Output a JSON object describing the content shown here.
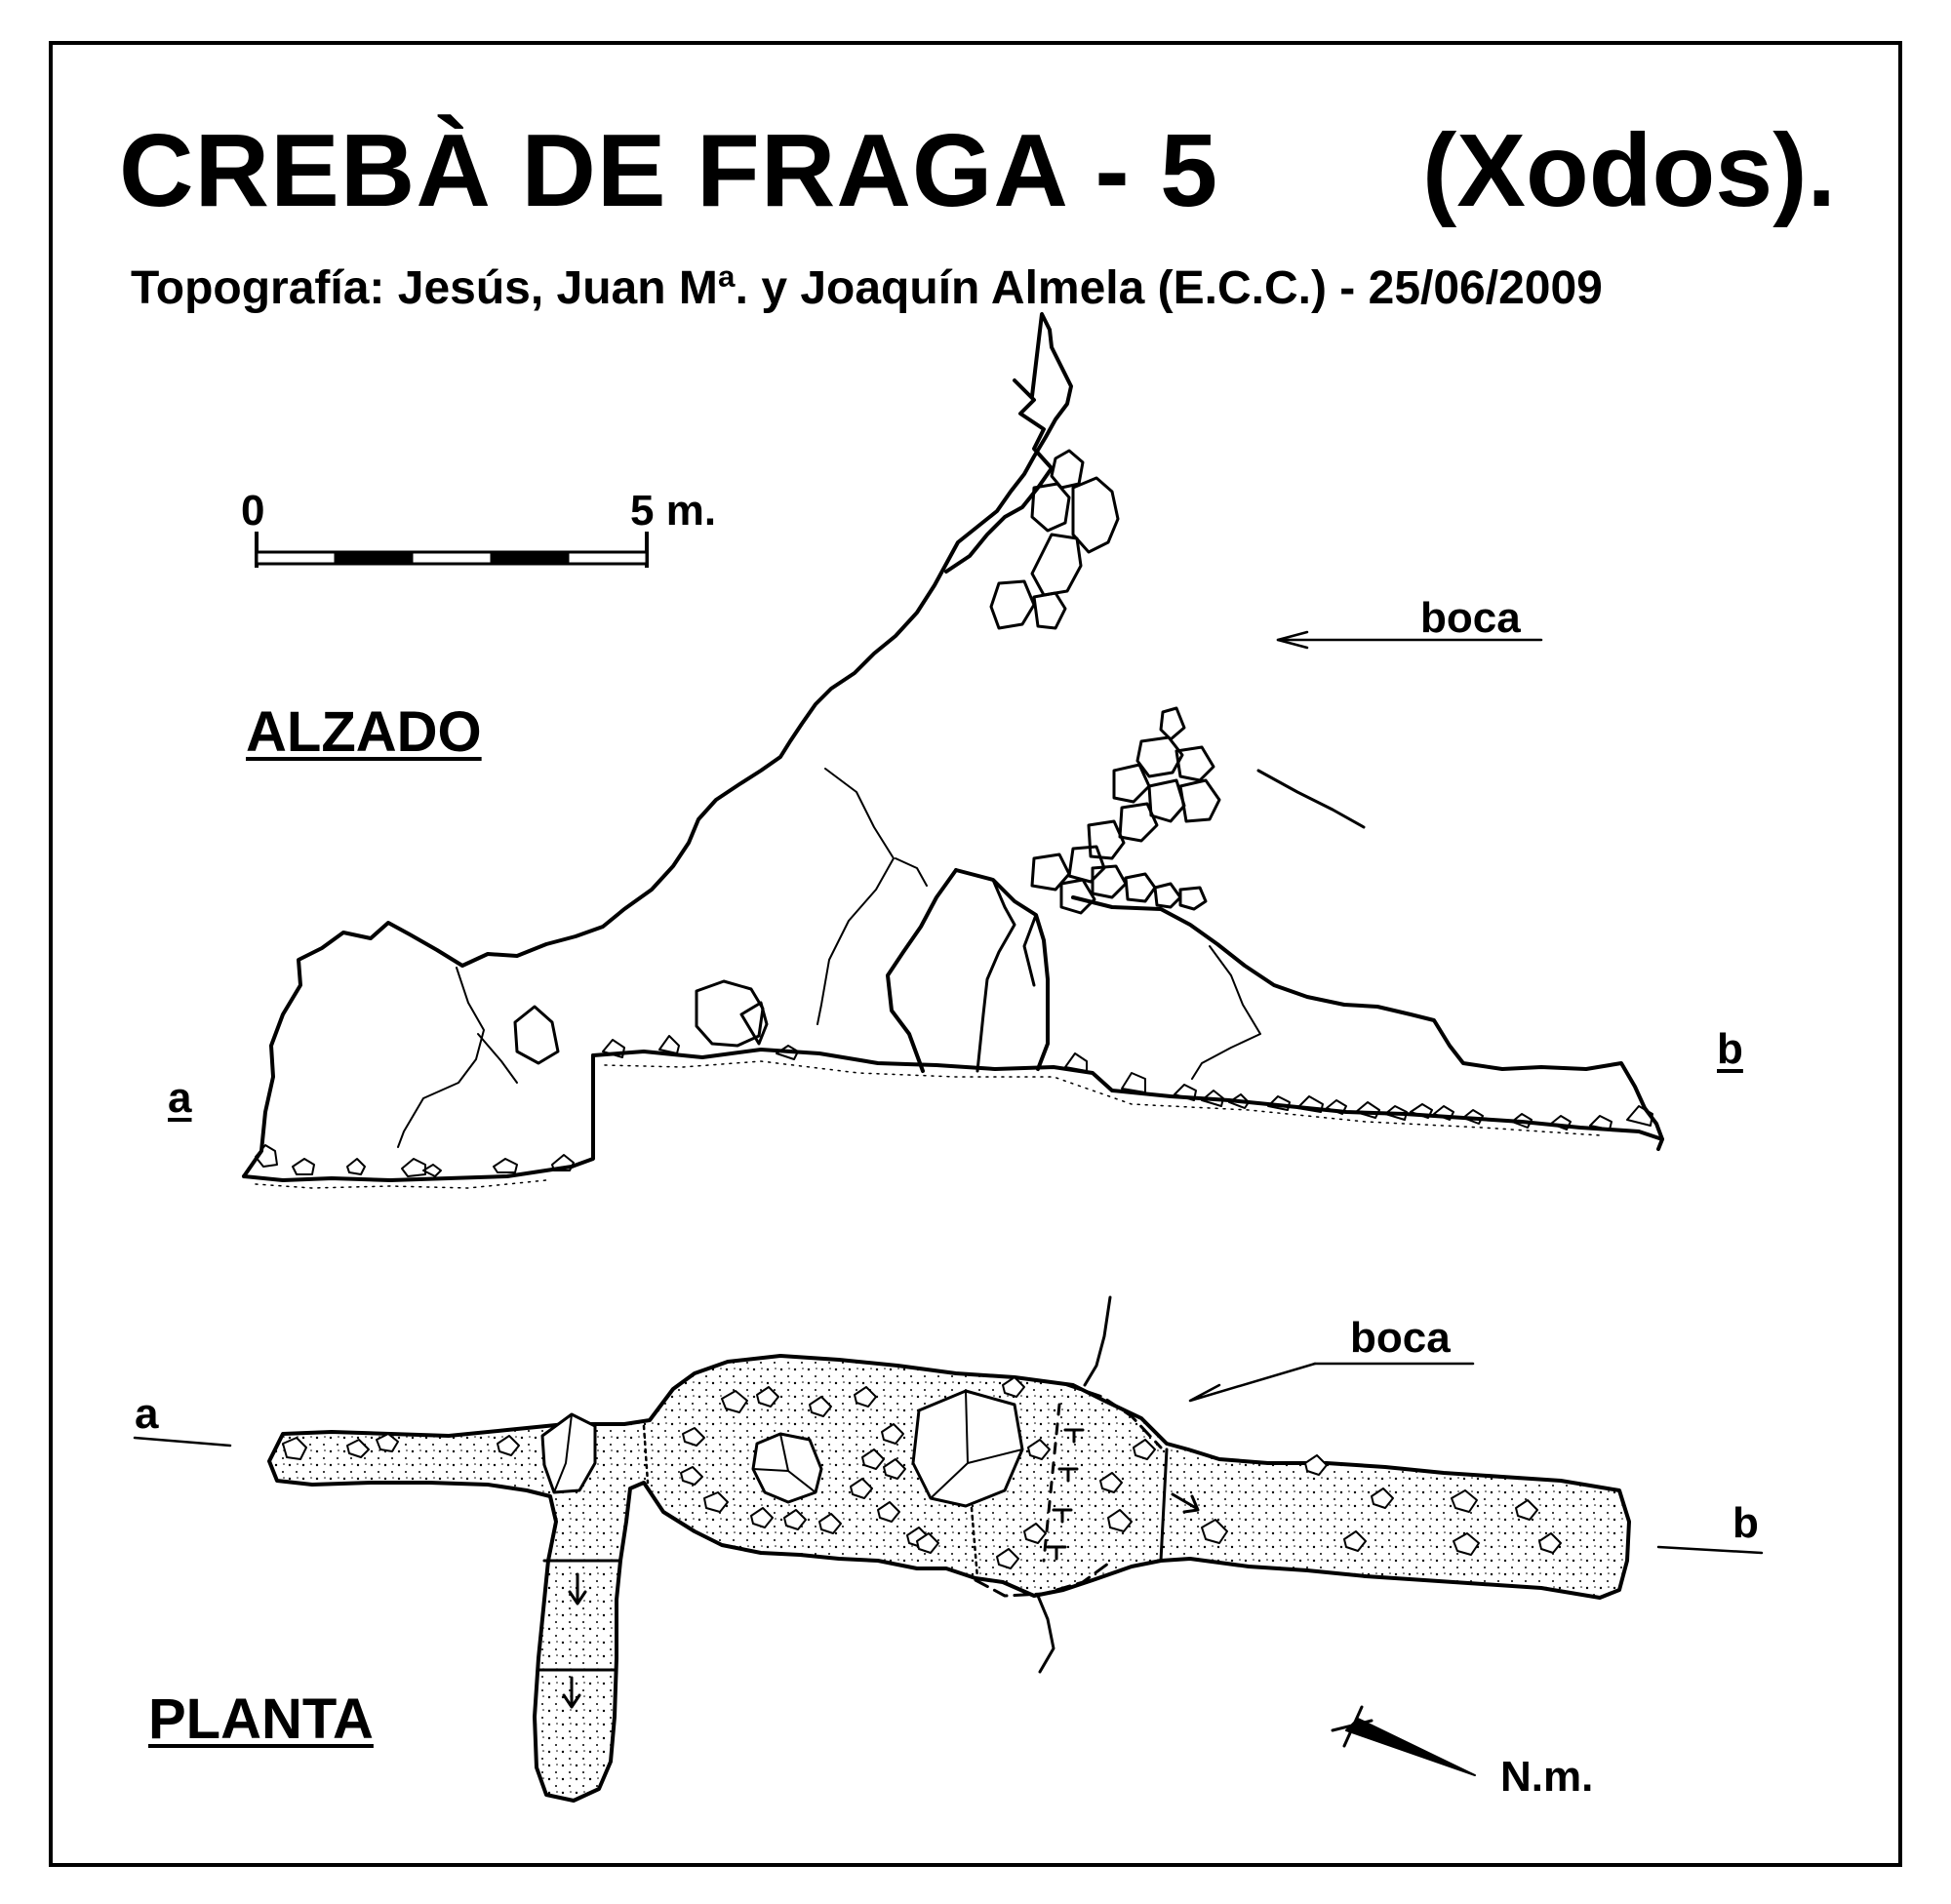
{
  "title": "CREBÀ  DE  FRAGA - 5",
  "subtitle": "(Xodos).",
  "credits": "Topografía:  Jesús, Juan Mª. y Joaquín Almela  (E.C.C.)    -    25/06/2009",
  "scale_bar": {
    "start_label": "0",
    "end_label": "5 m."
  },
  "elevation": {
    "heading": "ALZADO",
    "left_label": "a",
    "right_label": "b",
    "entrance_label": "boca"
  },
  "plan": {
    "heading": "PLANTA",
    "left_label": "a",
    "right_label": "b",
    "entrance_label": "boca",
    "north_label": "N.m."
  },
  "colors": {
    "ink": "#000000",
    "paper": "#ffffff"
  }
}
